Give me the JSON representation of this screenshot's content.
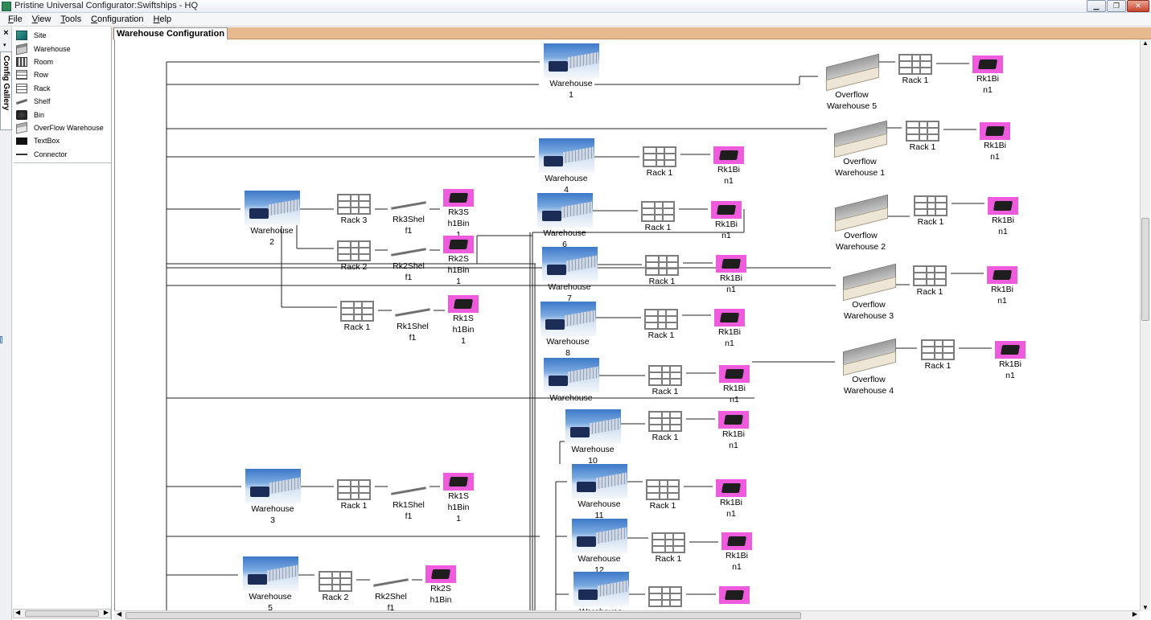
{
  "window": {
    "title": "Pristine Universal Configurator:Swiftships - HQ",
    "buttons": {
      "minimize": "▁",
      "restore": "❐",
      "close": "✕"
    }
  },
  "menu": [
    {
      "label": "File",
      "u": "F",
      "rest": "ile"
    },
    {
      "label": "View",
      "u": "V",
      "rest": "iew"
    },
    {
      "label": "Tools",
      "u": "T",
      "rest": "ools"
    },
    {
      "label": "Configuration",
      "u": "C",
      "rest": "onfiguration"
    },
    {
      "label": "Help",
      "u": "H",
      "rest": "elp"
    }
  ],
  "sidebar": {
    "close": "×",
    "pin": "▾",
    "tab_label": "Config Gallery",
    "items": [
      {
        "label": "Site",
        "icon": "site-icon"
      },
      {
        "label": "Warehouse",
        "icon": "warehouse-icon"
      },
      {
        "label": "Room",
        "icon": "room-icon"
      },
      {
        "label": "Row",
        "icon": "row-icon"
      },
      {
        "label": "Rack",
        "icon": "rack-icon"
      },
      {
        "label": "Shelf",
        "icon": "shelf-icon"
      },
      {
        "label": "Bin",
        "icon": "bin-icon"
      },
      {
        "label": "OverFlow Warehouse",
        "icon": "overflow-warehouse-icon"
      },
      {
        "label": "TextBox",
        "icon": "textbox-icon"
      },
      {
        "label": "Connector",
        "icon": "connector-icon"
      }
    ]
  },
  "document": {
    "tab": "Warehouse Configuration"
  },
  "scroll": {
    "left": "◀",
    "right": "▶",
    "up": "▲",
    "down": "▼"
  },
  "canvas": {
    "nodes": [
      {
        "id": "wh1",
        "type": "warehouse",
        "label": "Warehouse\n1"
      },
      {
        "id": "ow5",
        "type": "overflow",
        "label": "Overflow\nWarehouse 5"
      },
      {
        "id": "ow5r",
        "type": "rack",
        "label": "Rack 1"
      },
      {
        "id": "ow5b",
        "type": "bin",
        "label": "Rk1Bi\nn1"
      },
      {
        "id": "ow1",
        "type": "overflow",
        "label": "Overflow\nWarehouse 1"
      },
      {
        "id": "ow1r",
        "type": "rack",
        "label": "Rack 1"
      },
      {
        "id": "ow1b",
        "type": "bin",
        "label": "Rk1Bi\nn1"
      },
      {
        "id": "wh4",
        "type": "warehouse",
        "label": "Warehouse\n4"
      },
      {
        "id": "wh4r",
        "type": "rack",
        "label": "Rack 1"
      },
      {
        "id": "wh4b",
        "type": "bin",
        "label": "Rk1Bi\nn1"
      },
      {
        "id": "wh2",
        "type": "warehouse",
        "label": "Warehouse\n2"
      },
      {
        "id": "wh2r3",
        "type": "rack",
        "label": "Rack 3"
      },
      {
        "id": "wh2s3",
        "type": "shelf",
        "label": "Rk3Shel\nf1"
      },
      {
        "id": "wh2b3",
        "type": "bin",
        "label": "Rk3S\nh1Bin\n1"
      },
      {
        "id": "wh2r2",
        "type": "rack",
        "label": "Rack 2"
      },
      {
        "id": "wh2s2",
        "type": "shelf",
        "label": "Rk2Shel\nf1"
      },
      {
        "id": "wh2b2",
        "type": "bin",
        "label": "Rk2S\nh1Bin\n1"
      },
      {
        "id": "wh2r1",
        "type": "rack",
        "label": "Rack 1"
      },
      {
        "id": "wh2s1",
        "type": "shelf",
        "label": "Rk1Shel\nf1"
      },
      {
        "id": "wh2b1",
        "type": "bin",
        "label": "Rk1S\nh1Bin\n1"
      },
      {
        "id": "wh6",
        "type": "warehouse",
        "label": "Warehouse\n6"
      },
      {
        "id": "wh6r",
        "type": "rack",
        "label": "Rack 1"
      },
      {
        "id": "wh6b",
        "type": "bin",
        "label": "Rk1Bi\nn1"
      },
      {
        "id": "ow2",
        "type": "overflow",
        "label": "Overflow\nWarehouse 2"
      },
      {
        "id": "ow2r",
        "type": "rack",
        "label": "Rack 1"
      },
      {
        "id": "ow2b",
        "type": "bin",
        "label": "Rk1Bi\nn1"
      },
      {
        "id": "wh7",
        "type": "warehouse",
        "label": "Warehouse\n7"
      },
      {
        "id": "wh7r",
        "type": "rack",
        "label": "Rack 1"
      },
      {
        "id": "wh7b",
        "type": "bin",
        "label": "Rk1Bi\nn1"
      },
      {
        "id": "ow3",
        "type": "overflow",
        "label": "Overflow\nWarehouse 3"
      },
      {
        "id": "ow3r",
        "type": "rack",
        "label": "Rack 1"
      },
      {
        "id": "ow3b",
        "type": "bin",
        "label": "Rk1Bi\nn1"
      },
      {
        "id": "wh8",
        "type": "warehouse",
        "label": "Warehouse\n8"
      },
      {
        "id": "wh8r",
        "type": "rack",
        "label": "Rack 1"
      },
      {
        "id": "wh8b",
        "type": "bin",
        "label": "Rk1Bi\nn1"
      },
      {
        "id": "wh9",
        "type": "warehouse",
        "label": "Warehouse"
      },
      {
        "id": "wh9r",
        "type": "rack",
        "label": "Rack 1"
      },
      {
        "id": "wh9b",
        "type": "bin",
        "label": "Rk1Bi\nn1"
      },
      {
        "id": "ow4",
        "type": "overflow",
        "label": "Overflow\nWarehouse 4"
      },
      {
        "id": "ow4r",
        "type": "rack",
        "label": "Rack 1"
      },
      {
        "id": "ow4b",
        "type": "bin",
        "label": "Rk1Bi\nn1"
      },
      {
        "id": "wh10",
        "type": "warehouse",
        "label": "Warehouse\n10"
      },
      {
        "id": "wh10r",
        "type": "rack",
        "label": "Rack 1"
      },
      {
        "id": "wh10b",
        "type": "bin",
        "label": "Rk1Bi\nn1"
      },
      {
        "id": "wh3",
        "type": "warehouse",
        "label": "Warehouse\n3"
      },
      {
        "id": "wh3r",
        "type": "rack",
        "label": "Rack 1"
      },
      {
        "id": "wh3s",
        "type": "shelf",
        "label": "Rk1Shel\nf1"
      },
      {
        "id": "wh3b",
        "type": "bin",
        "label": "Rk1S\nh1Bin\n1"
      },
      {
        "id": "wh11",
        "type": "warehouse",
        "label": "Warehouse\n11"
      },
      {
        "id": "wh11r",
        "type": "rack",
        "label": "Rack 1"
      },
      {
        "id": "wh11b",
        "type": "bin",
        "label": "Rk1Bi\nn1"
      },
      {
        "id": "wh12",
        "type": "warehouse",
        "label": "Warehouse\n12"
      },
      {
        "id": "wh12r",
        "type": "rack",
        "label": "Rack 1"
      },
      {
        "id": "wh12b",
        "type": "bin",
        "label": "Rk1Bi\nn1"
      },
      {
        "id": "wh5",
        "type": "warehouse",
        "label": "Warehouse\n5"
      },
      {
        "id": "wh5r",
        "type": "rack",
        "label": "Rack 2"
      },
      {
        "id": "wh5s",
        "type": "shelf",
        "label": "Rk2Shel\nf1"
      },
      {
        "id": "wh5b",
        "type": "bin",
        "label": "Rk2S\nh1Bin"
      },
      {
        "id": "wh13",
        "type": "warehouse",
        "label": "Warehouse"
      },
      {
        "id": "wh13r",
        "type": "rack",
        "label": ""
      },
      {
        "id": "wh13b",
        "type": "bin",
        "label": ""
      }
    ]
  }
}
